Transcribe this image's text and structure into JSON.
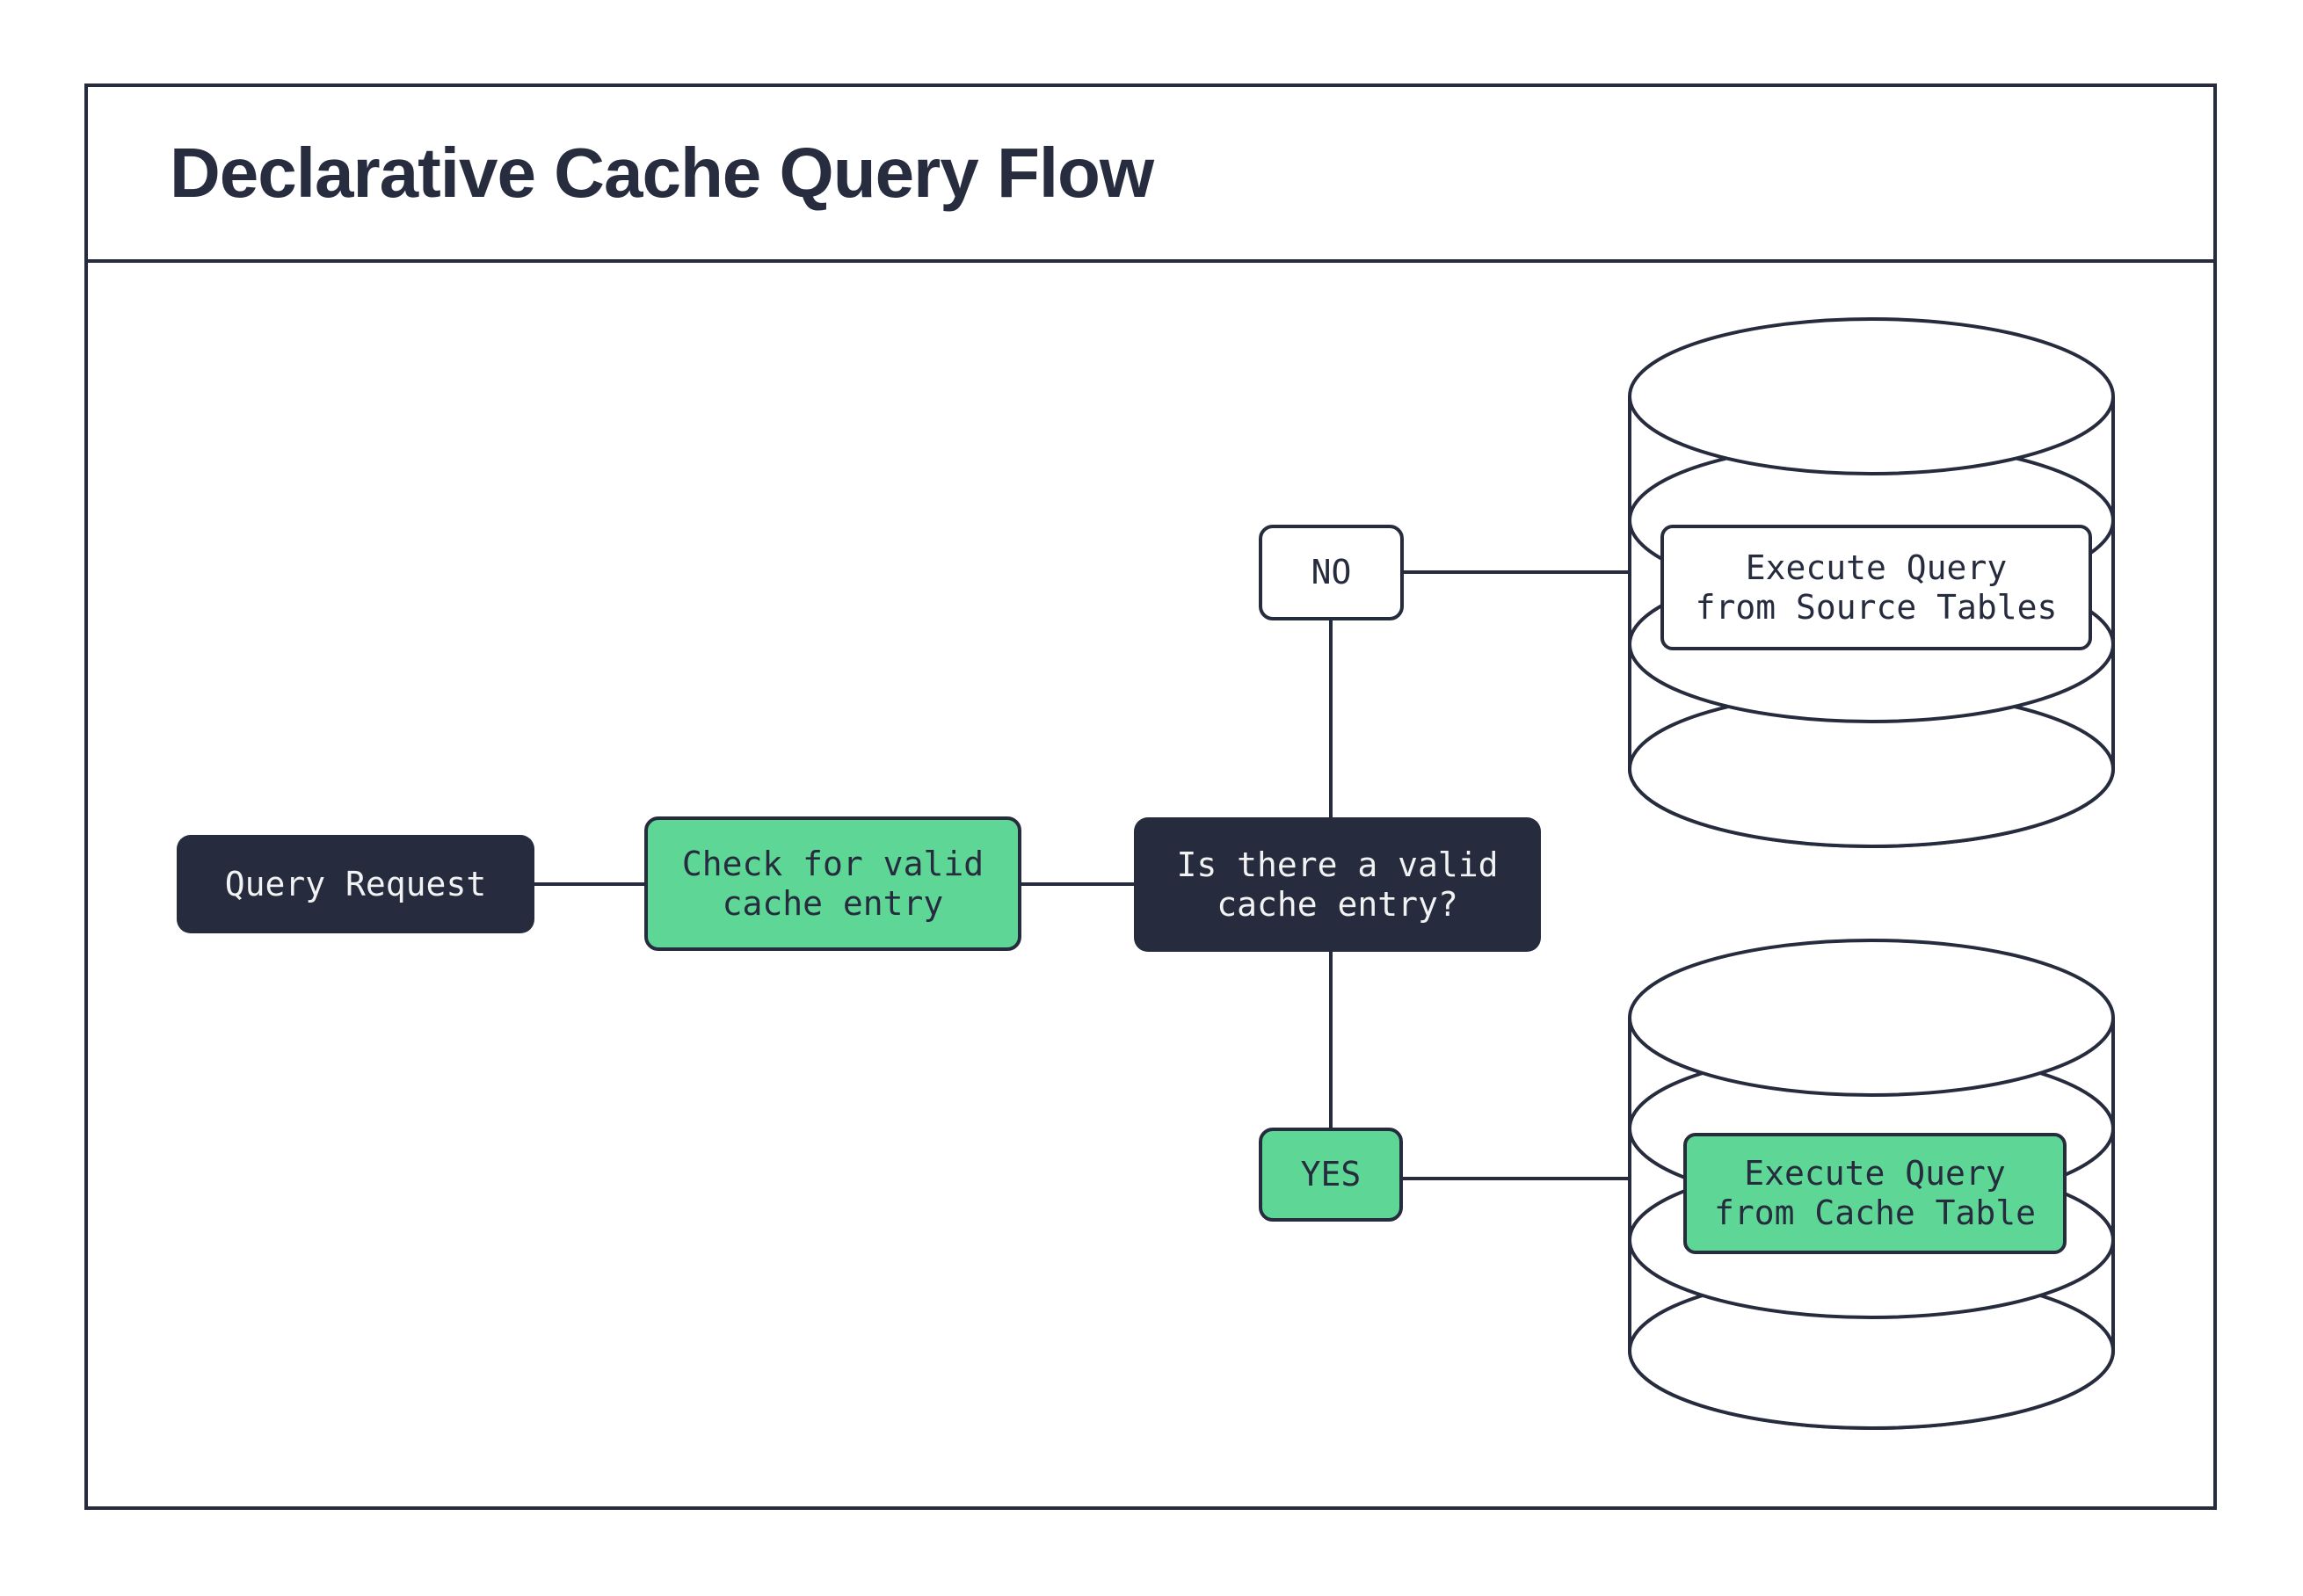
{
  "title": "Declarative Cache Query Flow",
  "colors": {
    "navy": "#262c3d",
    "green": "#5ed796",
    "background": "#ffffff",
    "light_text": "#f1f2f3"
  },
  "nodes": {
    "query_request": {
      "label": "Query Request"
    },
    "check_cache": {
      "label": "Check for valid\ncache entry"
    },
    "decision": {
      "label": "Is there a valid\ncache entry?"
    },
    "no_branch": {
      "label": "NO"
    },
    "yes_branch": {
      "label": "YES"
    },
    "execute_source": {
      "label": "Execute Query\nfrom Source Tables"
    },
    "execute_cache": {
      "label": "Execute Query\nfrom Cache Table"
    }
  },
  "icons": {
    "source_database": "database-cylinder",
    "cache_database": "database-cylinder"
  }
}
